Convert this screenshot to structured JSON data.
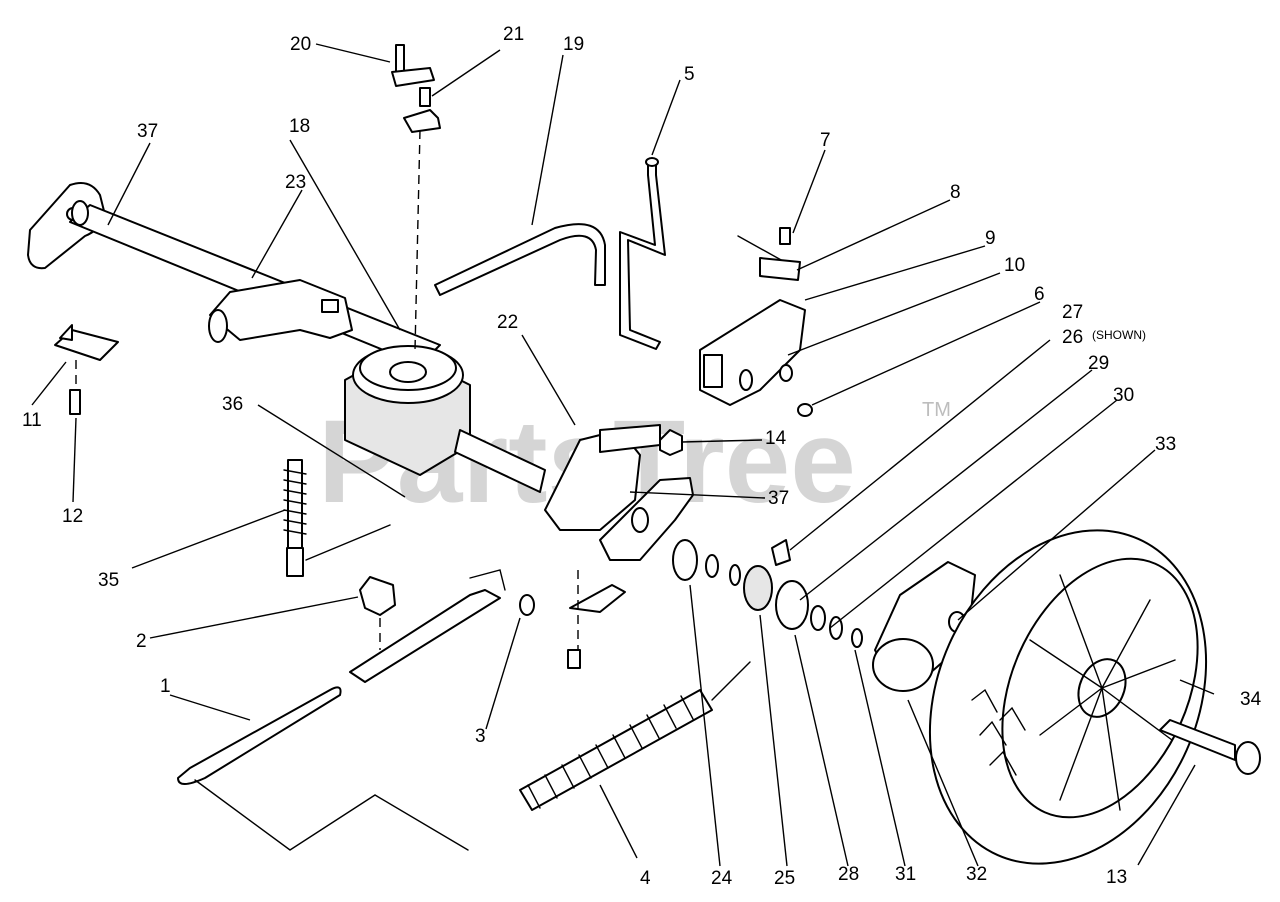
{
  "watermark": {
    "text": "PartsTree",
    "trademark": "TM"
  },
  "callouts": {
    "c1": "1",
    "c2": "2",
    "c3": "3",
    "c4": "4",
    "c5": "5",
    "c6": "6",
    "c7": "7",
    "c8": "8",
    "c9": "9",
    "c10": "10",
    "c11": "11",
    "c12": "12",
    "c13": "13",
    "c14": "14",
    "c18": "18",
    "c19": "19",
    "c20": "20",
    "c21": "21",
    "c22": "22",
    "c23": "23",
    "c24": "24",
    "c25": "25",
    "c26": "26",
    "c27": "27",
    "c28": "28",
    "c29": "29",
    "c30": "30",
    "c31": "31",
    "c32": "32",
    "c33": "33",
    "c34": "34",
    "c35": "35",
    "c36": "36",
    "c37a": "37",
    "c37b": "37"
  },
  "notes": {
    "shown": "(SHOWN)"
  }
}
